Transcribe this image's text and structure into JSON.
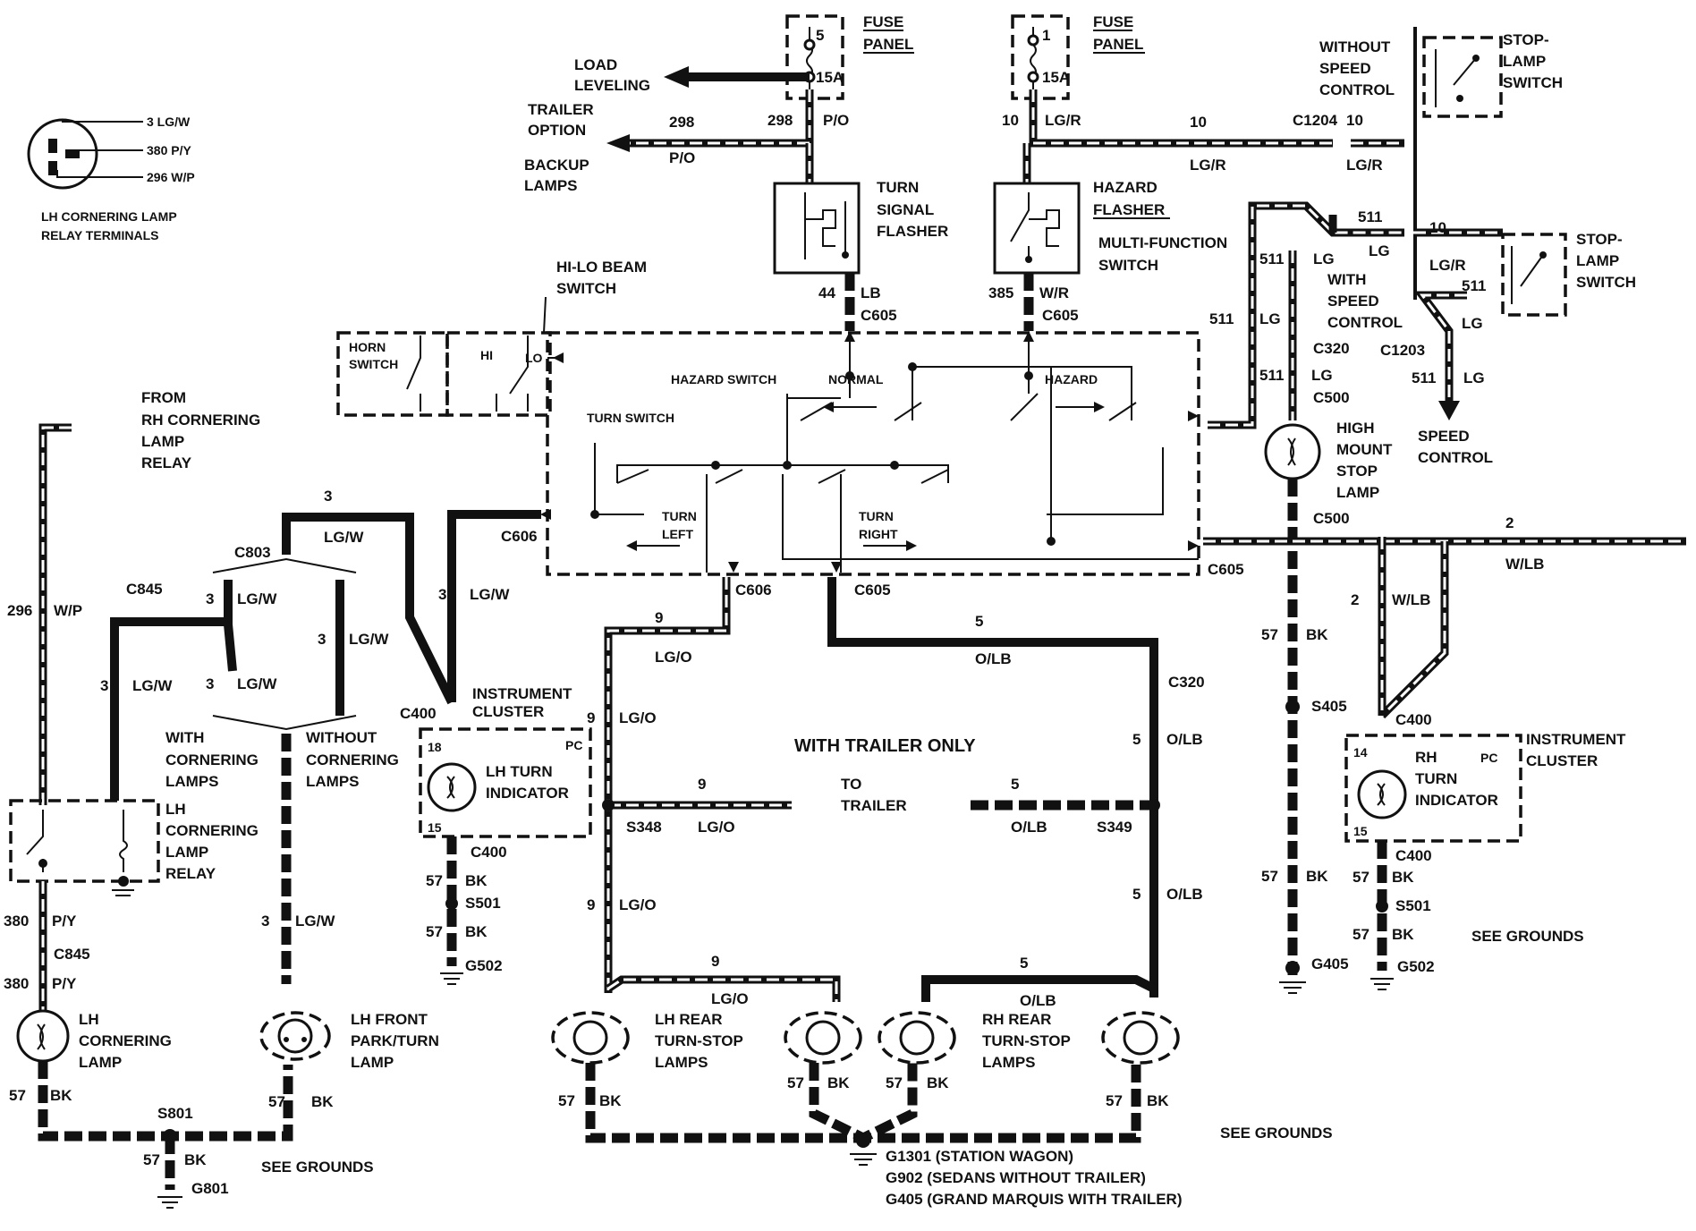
{
  "relay_terminals": {
    "pins": [
      "3 LG/W",
      "380 P/Y",
      "296 W/P"
    ],
    "caption_1": "LH CORNERING LAMP",
    "caption_2": "RELAY TERMINALS"
  },
  "fuse_panel_left": {
    "fuse_num": "5",
    "fuse_amp": "15A",
    "label_1": "FUSE",
    "label_2": "PANEL",
    "wire_num": "298",
    "wire_color": "P/O"
  },
  "fuse_panel_right": {
    "fuse_num": "1",
    "fuse_amp": "15A",
    "label_1": "FUSE",
    "label_2": "PANEL",
    "wire_num": "10",
    "wire_color": "LG/R"
  },
  "load_leveling": {
    "line_1": "LOAD",
    "line_2": "LEVELING"
  },
  "trailer_option": {
    "line_1": "TRAILER",
    "line_2": "OPTION",
    "wire_num": "298",
    "wire_color": "P/O"
  },
  "backup_lamps": {
    "line_1": "BACKUP",
    "line_2": "LAMPS"
  },
  "turn_signal_flasher": {
    "line_1": "TURN",
    "line_2": "SIGNAL",
    "line_3": "FLASHER",
    "wire_num": "44",
    "wire_color": "LB",
    "connector": "C605"
  },
  "hazard_flasher": {
    "line_1": "HAZARD",
    "line_2": "FLASHER",
    "wire_num": "385",
    "wire_color": "W/R",
    "connector": "C605"
  },
  "multi_function": {
    "line_1": "MULTI-FUNCTION",
    "line_2": "SWITCH"
  },
  "stop_lamp_top": {
    "without_1": "WITHOUT",
    "without_2": "SPEED",
    "without_3": "CONTROL",
    "label_1": "STOP-",
    "label_2": "LAMP",
    "label_3": "SWITCH",
    "connector": "C1204",
    "wire_num": "10",
    "wire_color": "LG/R"
  },
  "stop_lamp_bottom": {
    "with_1": "WITH",
    "with_2": "SPEED",
    "with_3": "CONTROL",
    "label_1": "STOP-",
    "label_2": "LAMP",
    "label_3": "SWITCH",
    "connector": "C1203",
    "wire_511": "511",
    "wire_lg": "LG",
    "wire_10": "10",
    "wire_lgr": "LG/R"
  },
  "speed_control": {
    "line_1": "SPEED",
    "line_2": "CONTROL"
  },
  "high_mount": {
    "line_1": "HIGH",
    "line_2": "MOUNT",
    "line_3": "STOP",
    "line_4": "LAMP",
    "c320": "C320",
    "c500a": "C500",
    "c500b": "C500"
  },
  "hi_lo": {
    "line_1": "HI-LO BEAM",
    "line_2": "SWITCH",
    "hi": "HI",
    "lo": "LO"
  },
  "horn": {
    "line_1": "HORN",
    "line_2": "SWITCH"
  },
  "switch_labels": {
    "hazard_switch": "HAZARD SWITCH",
    "normal": "NORMAL",
    "hazard": "HAZARD",
    "turn_switch": "TURN SWITCH",
    "turn_left_1": "TURN",
    "turn_left_2": "LEFT",
    "turn_right_1": "TURN",
    "turn_right_2": "RIGHT"
  },
  "from_rh": {
    "line_1": "FROM",
    "line_2": "RH CORNERING",
    "line_3": "LAMP",
    "line_4": "RELAY"
  },
  "connectors": {
    "c606a": "C606",
    "c606b": "C606",
    "c605a": "C605",
    "c605b": "C605",
    "c803": "C803",
    "c845a": "C845",
    "c845b": "C845",
    "c400a": "C400",
    "c400b": "C400",
    "c400c": "C400",
    "c400d": "C400",
    "c320": "C320",
    "s348": "S348",
    "s349": "S349",
    "s405": "S405",
    "s501a": "S501",
    "s501b": "S501",
    "s801": "S801",
    "g502a": "G502",
    "g502b": "G502",
    "g405": "G405",
    "g801": "G801"
  },
  "cornering_options": {
    "with_1": "WITH",
    "with_2": "CORNERING",
    "with_3": "LAMPS",
    "without_1": "WITHOUT",
    "without_2": "CORNERING",
    "without_3": "LAMPS"
  },
  "lh_relay": {
    "line_1": "LH",
    "line_2": "CORNERING",
    "line_3": "LAMP",
    "line_4": "RELAY"
  },
  "lh_cornering_lamp": {
    "line_1": "LH",
    "line_2": "CORNERING",
    "line_3": "LAMP"
  },
  "lh_front": {
    "line_1": "LH FRONT",
    "line_2": "PARK/TURN",
    "line_3": "LAMP"
  },
  "instrument_cluster_left": {
    "line_1": "INSTRUMENT",
    "line_2": "CLUSTER",
    "indicator_1": "LH TURN",
    "indicator_2": "INDICATOR",
    "pin_top": "18",
    "pin_bottom": "15",
    "pc": "PC"
  },
  "instrument_cluster_right": {
    "line_1": "INSTRUMENT",
    "line_2": "CLUSTER",
    "indicator_1": "RH",
    "indicator_2": "TURN",
    "indicator_3": "INDICATOR",
    "pin_top": "14",
    "pin_bottom": "15",
    "pc": "PC"
  },
  "trailer": {
    "title": "WITH TRAILER ONLY",
    "to_1": "TO",
    "to_2": "TRAILER"
  },
  "lh_rear": {
    "line_1": "LH REAR",
    "line_2": "TURN-STOP",
    "line_3": "LAMPS"
  },
  "rh_rear": {
    "line_1": "RH REAR",
    "line_2": "TURN-STOP",
    "line_3": "LAMPS"
  },
  "grounds": {
    "see_1": "SEE GROUNDS",
    "see_2": "SEE GROUNDS",
    "see_3": "SEE GROUNDS",
    "g1301": "G1301 (STATION WAGON)",
    "g902": "G902 (SEDANS WITHOUT TRAILER)",
    "g405": "G405 (GRAND MARQUIS WITH TRAILER)"
  },
  "wire_labels": {
    "w3": "3",
    "lgw": "LG/W",
    "w9": "9",
    "lgo": "LG/O",
    "w5": "5",
    "olb": "O/LB",
    "w57": "57",
    "bk": "BK",
    "w296": "296",
    "wp": "W/P",
    "w380": "380",
    "py": "P/Y",
    "w2": "2",
    "wlb": "W/LB",
    "w511": "511",
    "lg": "LG"
  }
}
